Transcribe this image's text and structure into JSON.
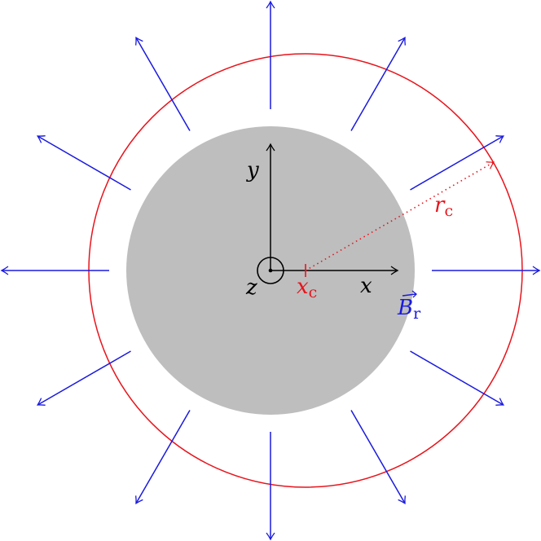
{
  "diagram": {
    "labels": {
      "y_axis": "y",
      "x_axis": "x",
      "z_axis": "z",
      "xc_main": "x",
      "xc_sub": "c",
      "rc_main": "r",
      "rc_sub": "c",
      "b_main": "B",
      "b_sub": "r"
    },
    "field_arrow_angles_deg": [
      0,
      30,
      60,
      90,
      120,
      150,
      180,
      210,
      240,
      270,
      300,
      330
    ],
    "colors": {
      "disk": "#bebebe",
      "axes": "#000000",
      "circle": "#e8141c",
      "field": "#1a1adf",
      "annotation": "#e8141c",
      "background": "#ffffff"
    }
  }
}
